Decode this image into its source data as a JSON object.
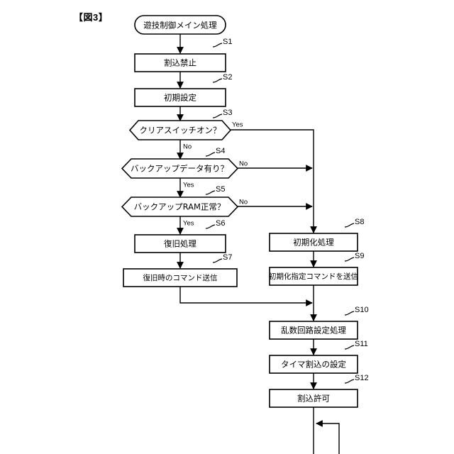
{
  "figure": {
    "label": "【図3】",
    "title": "遊技制御メイン処理"
  },
  "nodes": {
    "start": {
      "text": "遊技制御メイン処理",
      "step": ""
    },
    "s1": {
      "text": "割込禁止",
      "step": "S1"
    },
    "s2": {
      "text": "初期設定",
      "step": "S2"
    },
    "s3": {
      "text": "クリアスイッチオン？",
      "step": "S3"
    },
    "s4": {
      "text": "バックアップデータ有り？",
      "step": "S4"
    },
    "s5": {
      "text": "バックアップRAM正常？",
      "step": "S5"
    },
    "s6": {
      "text": "復旧処理",
      "step": "S6"
    },
    "s7": {
      "text": "復旧時のコマンド送信",
      "step": "S7"
    },
    "s8": {
      "text": "初期化処理",
      "step": "S8"
    },
    "s9": {
      "text": "初期化指定コマンドを送信",
      "step": "S9"
    },
    "s10": {
      "text": "乱数回路設定処理",
      "step": "S10"
    },
    "s11": {
      "text": "タイマ割込の設定",
      "step": "S11"
    },
    "s12": {
      "text": "割込許可",
      "step": "S12"
    }
  },
  "branches": {
    "s3_yes": "Yes",
    "s3_no": "No",
    "s4_yes": "Yes",
    "s4_no": "No",
    "s5_yes": "Yes",
    "s5_no": "No"
  },
  "colors": {
    "stroke": "#000000",
    "fill": "#ffffff",
    "background": "#ffffff"
  }
}
